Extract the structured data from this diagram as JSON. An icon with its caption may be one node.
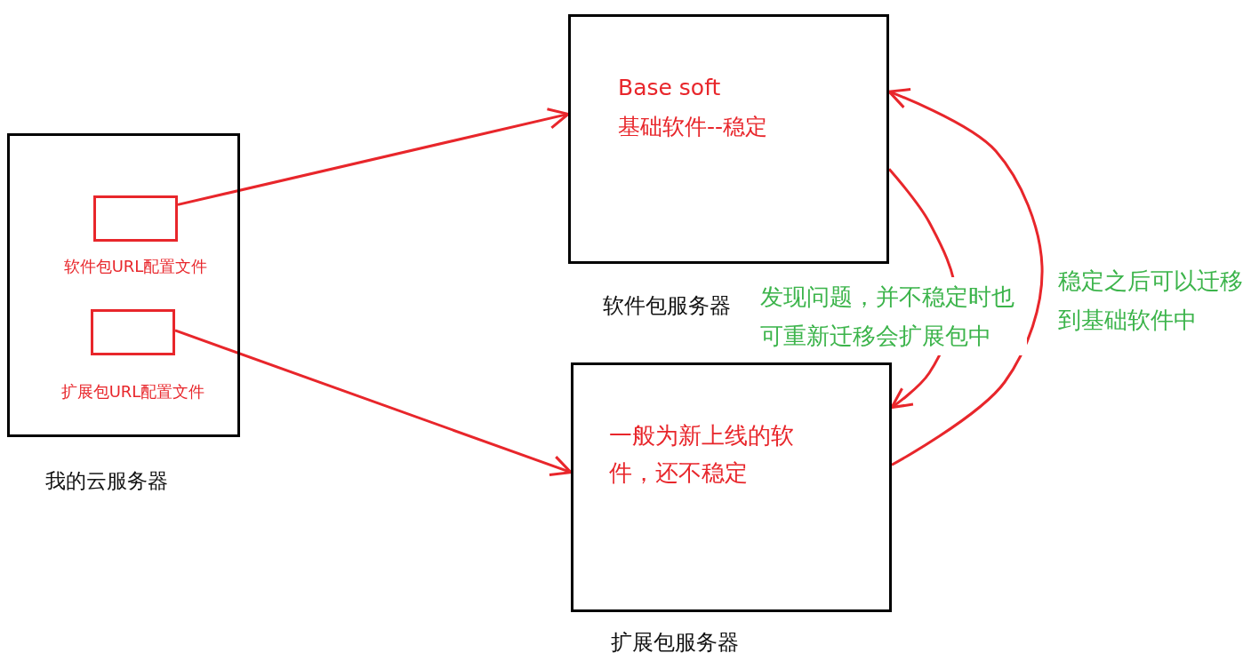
{
  "diagram": {
    "nodes": [
      {
        "text": [
          "我的云服务器"
        ]
      },
      {
        "text": [
          "软件包URL配置文件"
        ],
        "in": 0
      },
      {
        "text": [
          "扩展包URL配置文件"
        ],
        "in": 0
      },
      {
        "text": [
          "Base soft",
          "基础软件--稳定",
          "软件包服务器"
        ]
      },
      {
        "text": [
          "一般为新上线的软件，还不稳定",
          "扩展包服务器"
        ]
      }
    ],
    "edges": [
      {
        "from": 1,
        "to": 3,
        "arrow": "to"
      },
      {
        "from": 2,
        "to": 4,
        "arrow": "to"
      },
      {
        "from": 3,
        "to": 4,
        "arrow": "to",
        "label": "发现问题，并不稳定时也可重新迁移会扩展包中"
      },
      {
        "from": 4,
        "to": 3,
        "arrow": "to",
        "label": "稳定之后可以迁移到基础软件中"
      }
    ]
  }
}
